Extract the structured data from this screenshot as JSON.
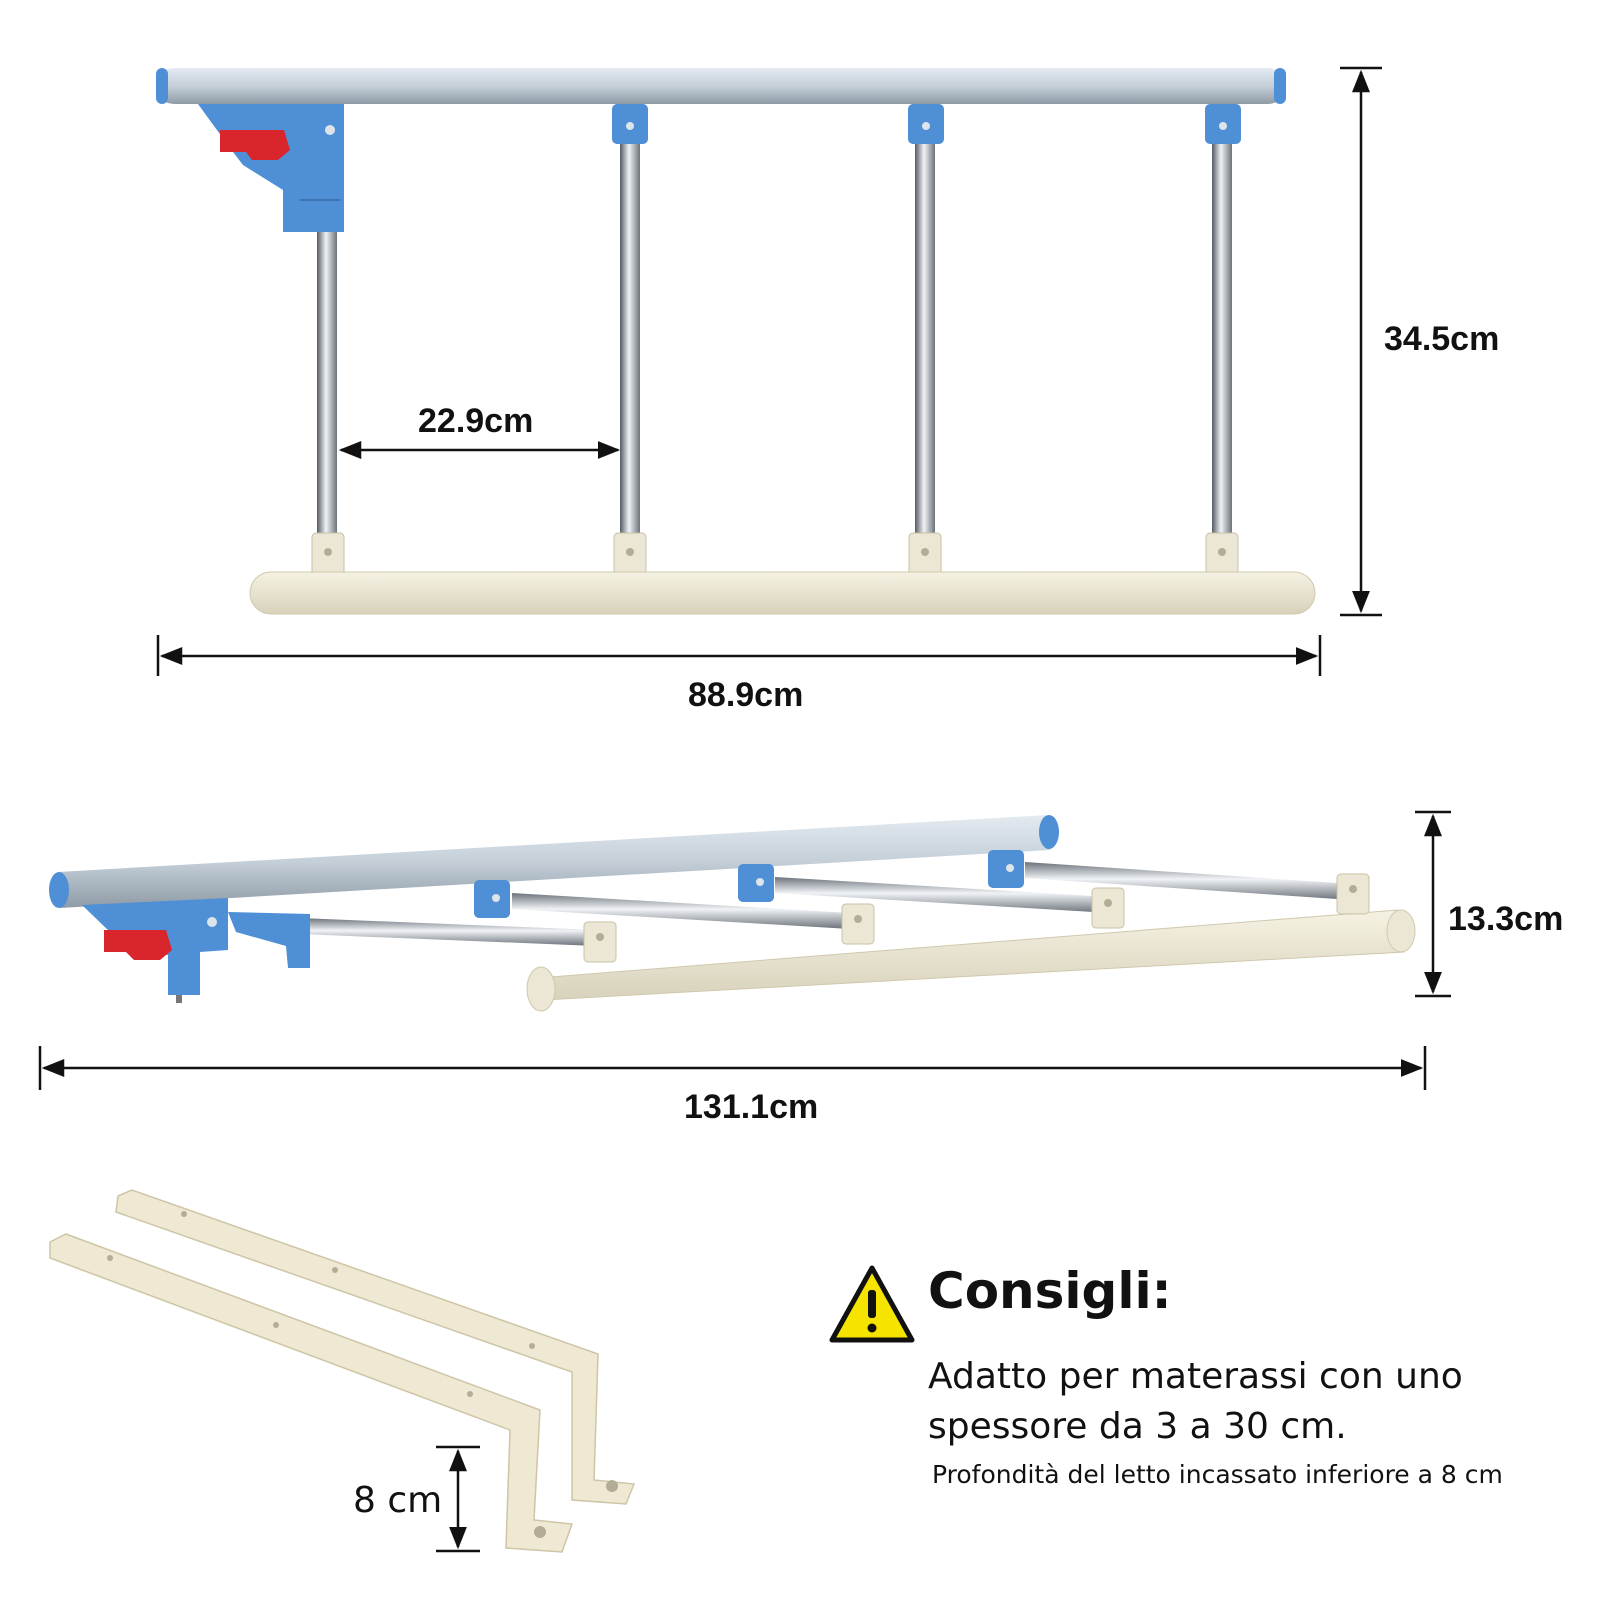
{
  "dimensions": {
    "post_spacing": "22.9cm",
    "height_upright": "34.5cm",
    "width_upright": "88.9cm",
    "height_folded": "13.3cm",
    "width_folded": "131.1cm",
    "bracket_depth": "8 cm"
  },
  "tip": {
    "icon": "warning-triangle-icon",
    "title": "Consigli:",
    "body": "Adatto per materassi con uno spessore da 3 a 30 cm.",
    "note": "Profondità del letto incassato inferiore a 8 cm"
  },
  "colors": {
    "rail_silver": "#c9d3dc",
    "clamp_blue": "#4f8fd6",
    "lever_red": "#d8262c",
    "base_cream": "#ece7d4",
    "warning_yellow": "#f5e400"
  }
}
